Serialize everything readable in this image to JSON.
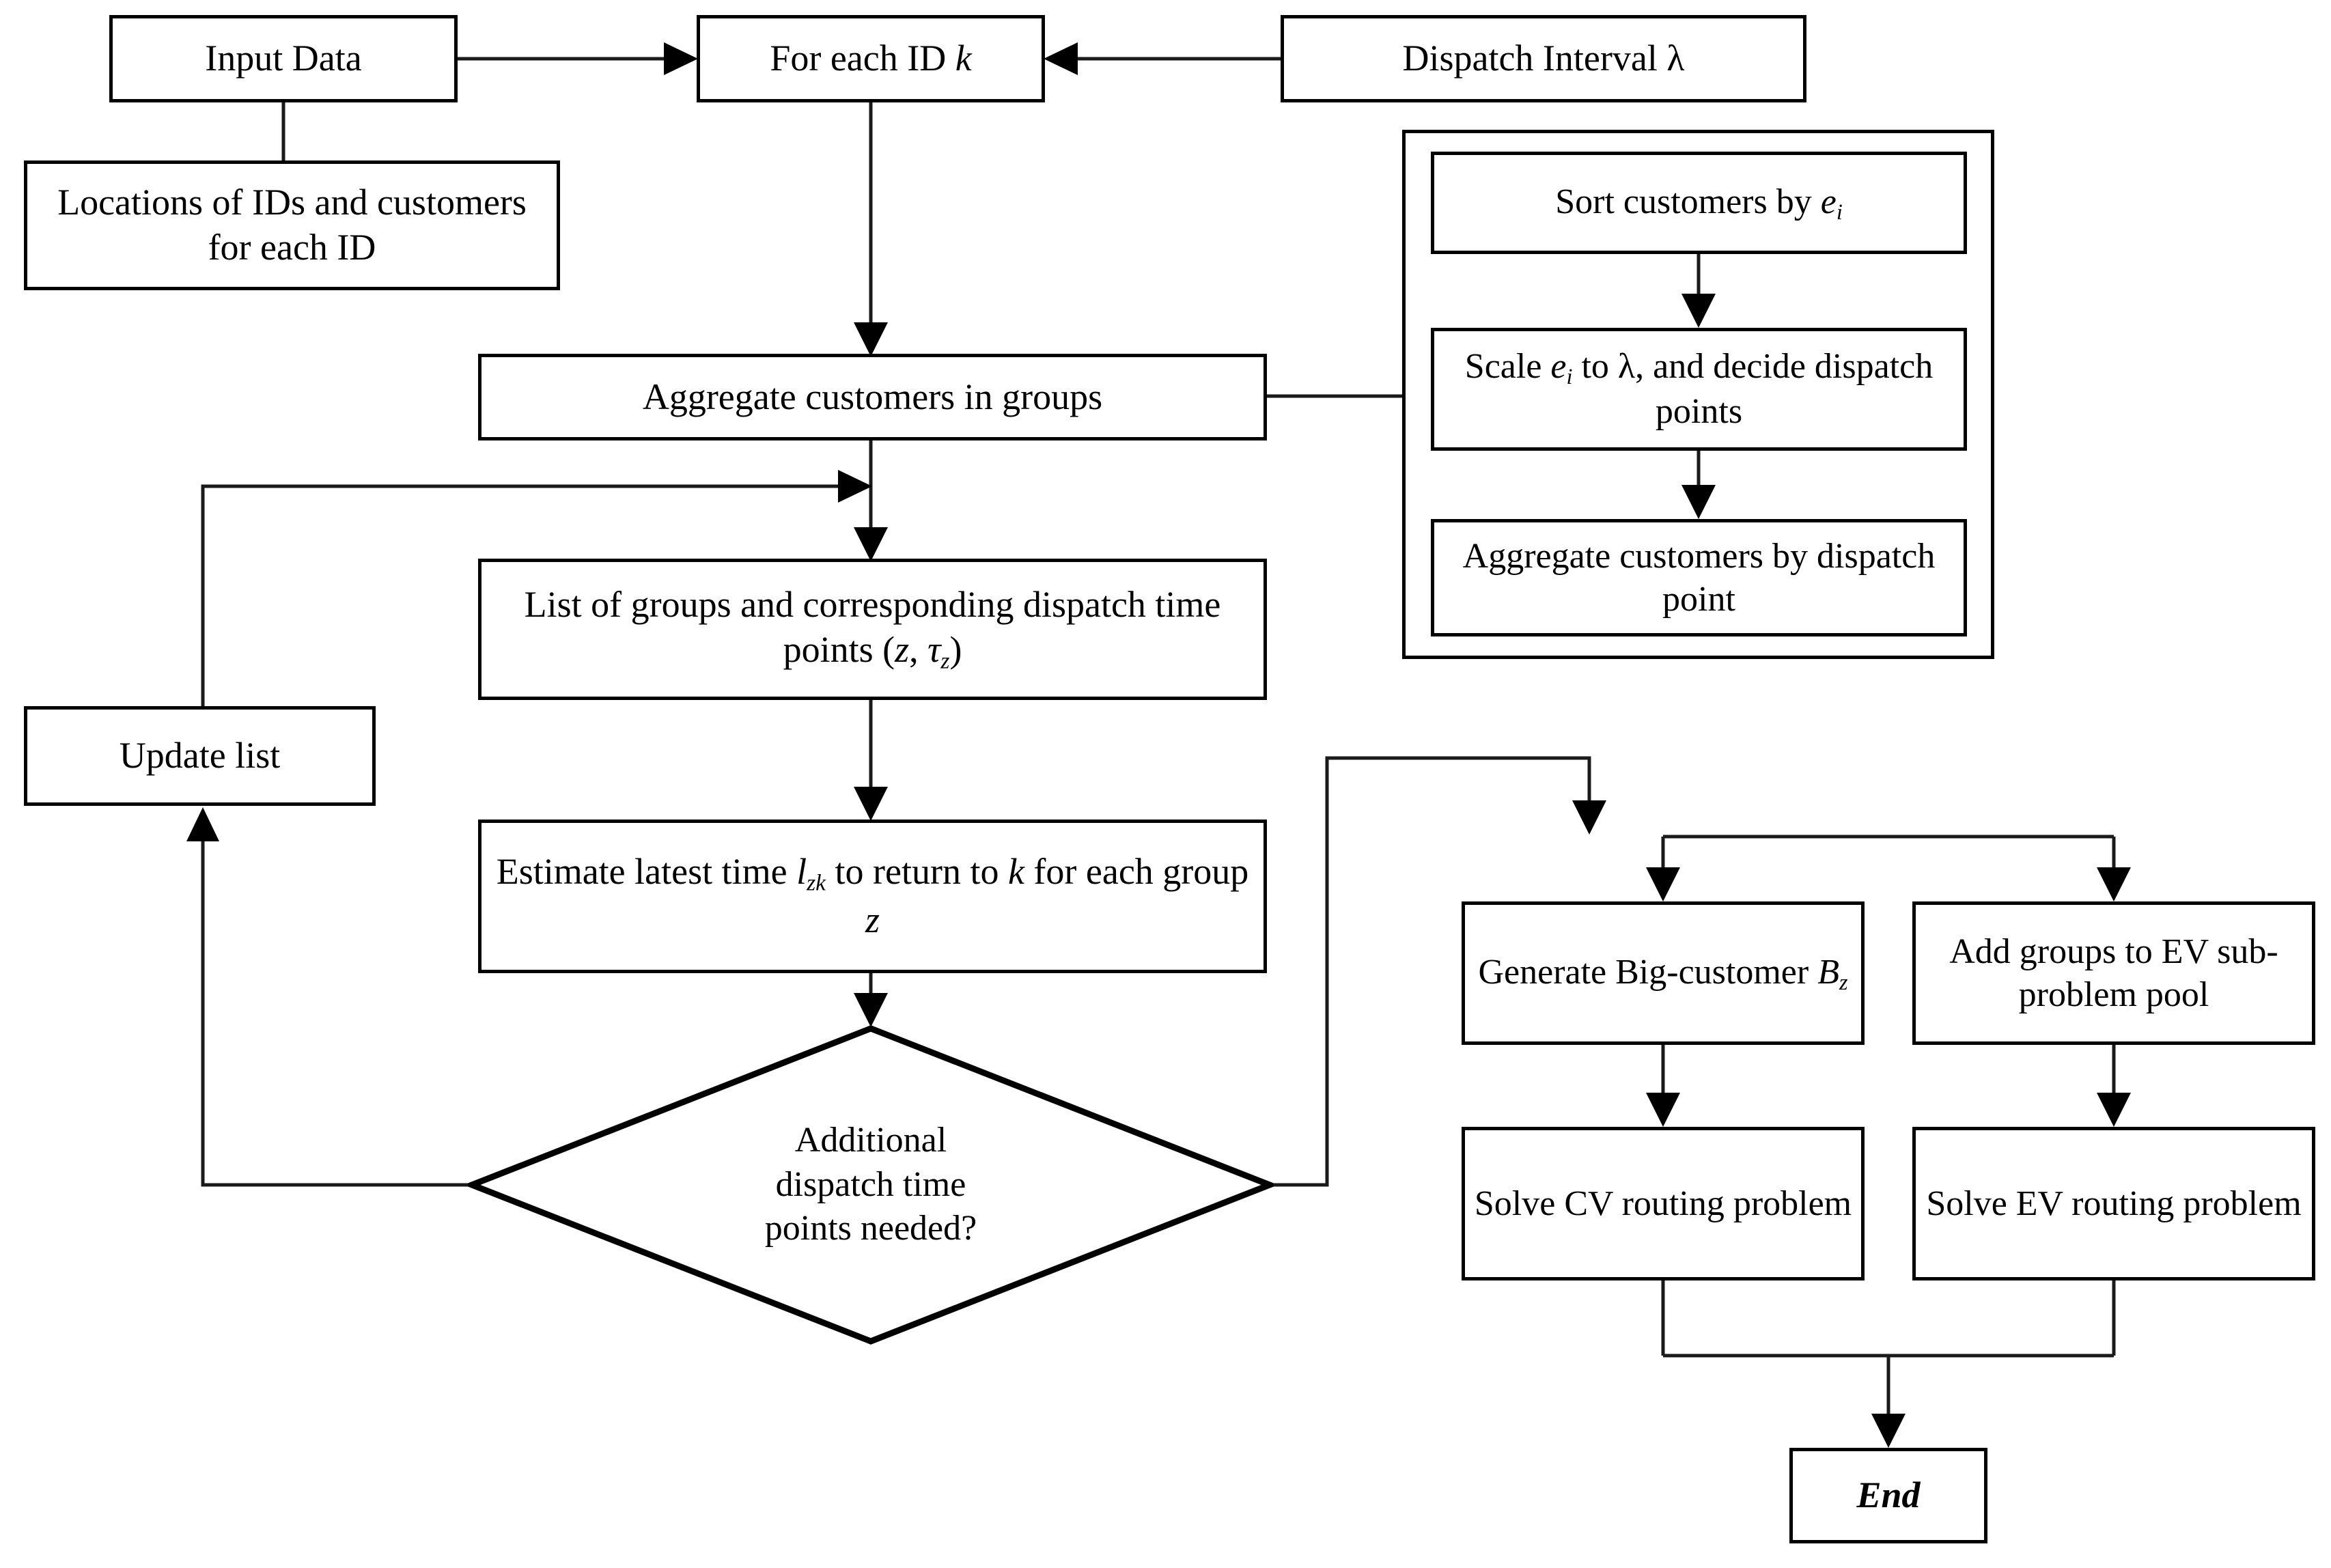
{
  "diagram": {
    "title": "Dispatch planning and routing flowchart",
    "type": "flowchart",
    "line_color": "#1a1a1a",
    "box_border_color": "#000000",
    "background_color": "#ffffff"
  },
  "nodes": {
    "input_data": "Input Data",
    "locations": "Locations of IDs and customers for each ID",
    "for_each_id": "For each ID k",
    "dispatch_interval": "Dispatch Interval λ",
    "sort_customers": "Sort customers by e",
    "sort_customers_sub": "i",
    "scale_ei": "Scale e",
    "scale_ei_sub": "i",
    "scale_ei_tail": " to λ, and decide dispatch points",
    "aggregate_by_dispatch_point": "Aggregate customers by dispatch point",
    "aggregate_in_groups": "Aggregate customers in groups",
    "list_of_groups_line1": "List of groups and corresponding",
    "list_of_groups_line2_pre": "dispatch time points (",
    "list_of_groups_z": "z",
    "list_of_groups_mid": ", ",
    "list_of_groups_tau": "τ",
    "list_of_groups_tau_sub": "z",
    "list_of_groups_line2_post": ")",
    "update_list": "Update list",
    "estimate_pre": "Estimate latest time ",
    "estimate_l": "l",
    "estimate_l_sub": "zk",
    "estimate_mid": " to return to ",
    "estimate_k": "k",
    "estimate_post": " for each group ",
    "estimate_z": "z",
    "decision_line1": "Additional",
    "decision_line2": "dispatch time",
    "decision_line3": "points needed?",
    "generate_big_customer_pre": "Generate Big-customer ",
    "generate_big_customer_b": "B",
    "generate_big_customer_sub": "z",
    "add_groups_ev": "Add groups to EV sub-problem pool",
    "solve_cv": "Solve CV routing problem",
    "solve_ev": "Solve EV routing problem",
    "end": "End"
  }
}
